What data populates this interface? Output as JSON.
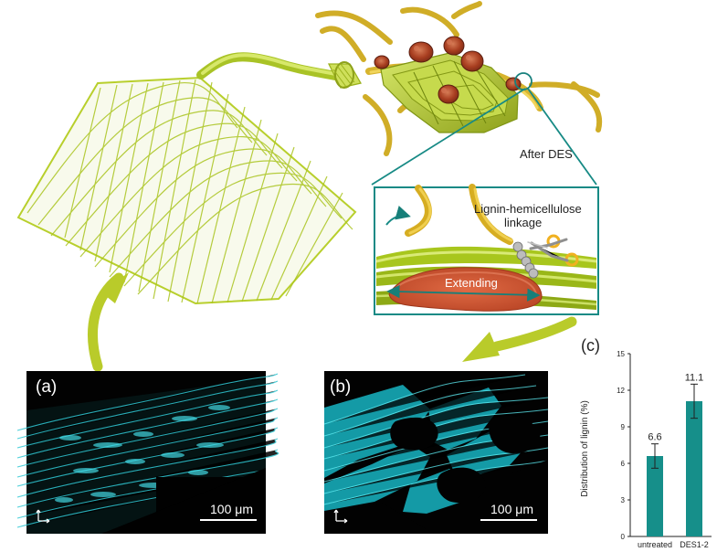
{
  "top_diagram": {
    "after_des_label": "After DES",
    "inset_title_line1": "Lignin-hemicellulose",
    "inset_title_line2": "linkage",
    "extending_label": "Extending",
    "colors": {
      "fiber": "#b9cf2a",
      "fiber_dark": "#8ea11a",
      "lignin": "#b24b2c",
      "hemicellulose": "#d9a51f",
      "teal": "#158c86"
    }
  },
  "micrographs": {
    "a": {
      "label": "(a)",
      "scale_text": "100 μm"
    },
    "b": {
      "label": "(b)",
      "scale_text": "100 μm"
    }
  },
  "chart_panel_label": "(c)",
  "chart_data": {
    "type": "bar",
    "categories": [
      "untreated",
      "DES1-2"
    ],
    "values": [
      6.6,
      11.1
    ],
    "errors": [
      1.0,
      1.4
    ],
    "ylabel": "Distribution of lignin (%)",
    "xlabel": "",
    "ylim": [
      0,
      15
    ],
    "ytick_labels": [
      "0",
      "3",
      "6",
      "9",
      "12",
      "15"
    ],
    "data_labels": [
      "6.6",
      "11.1"
    ],
    "color": "#168f8a",
    "grid": false
  }
}
